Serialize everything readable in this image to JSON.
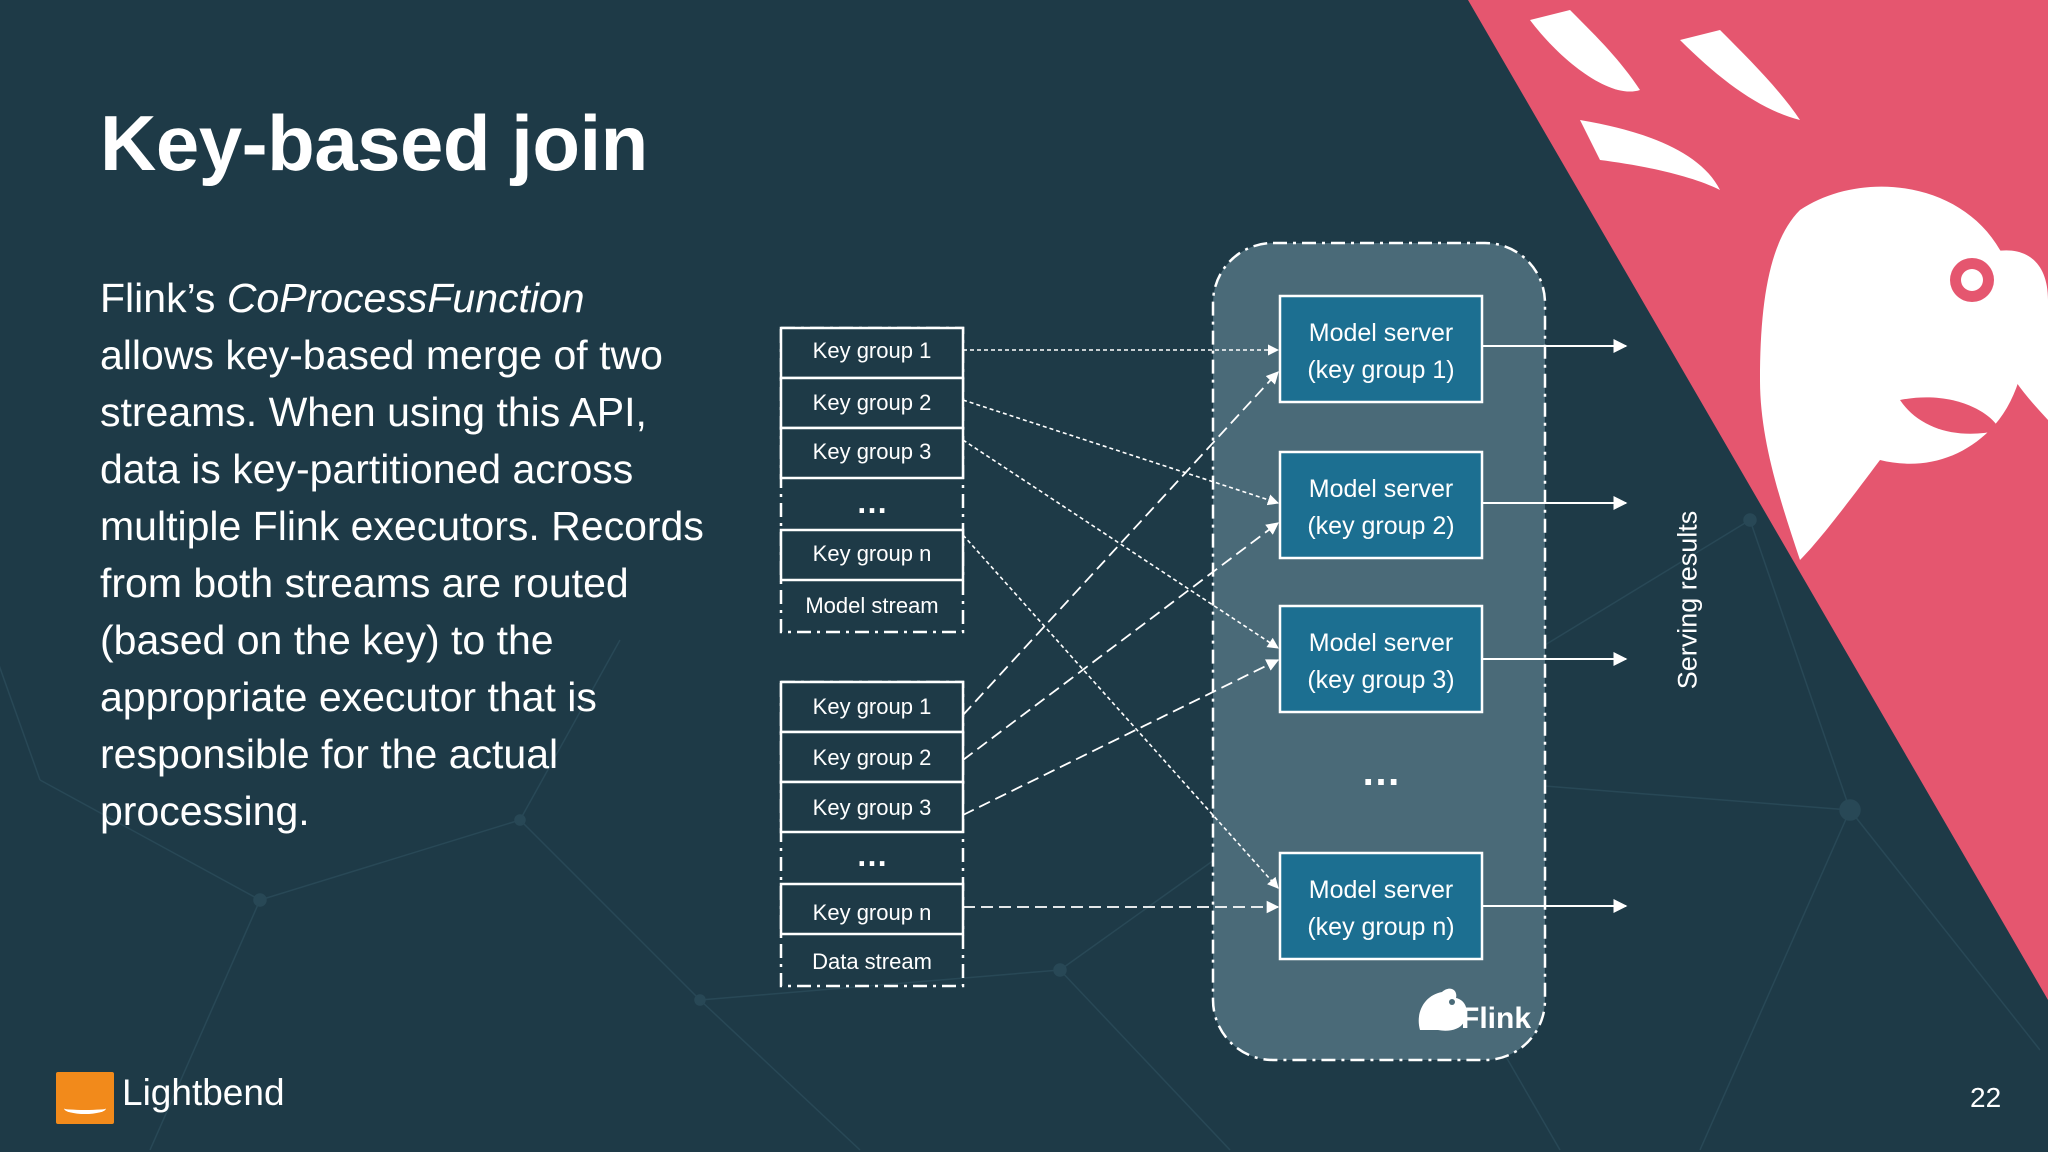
{
  "slide": {
    "title": "Key-based join",
    "page_number": "22"
  },
  "body": {
    "prefix": "Flink’s ",
    "emphasis": "CoProcessFunction",
    "rest": "allows key-based merge of two streams. When using this API, data is key-partitioned across multiple Flink executors. Records from both streams are routed (based on the key) to the appropriate executor that is responsible for the actual processing."
  },
  "logo": {
    "text": "Lightbend"
  },
  "model_stream": {
    "label": "Model stream",
    "groups": [
      "Key group 1",
      "Key group 2",
      "Key group 3",
      "Key group n"
    ],
    "ellipsis": "…"
  },
  "data_stream": {
    "label": "Data stream",
    "groups": [
      "Key group 1",
      "Key group 2",
      "Key group 3",
      "Key group n"
    ],
    "ellipsis": "…"
  },
  "servers": [
    {
      "line1": "Model server",
      "line2": "(key group 1)"
    },
    {
      "line1": "Model server",
      "line2": "(key group 2)"
    },
    {
      "line1": "Model server",
      "line2": "(key group 3)"
    },
    {
      "line1": "Model server",
      "line2": "(key group n)"
    }
  ],
  "servers_ellipsis": "…",
  "flink_label": "Flink",
  "serving_results": "Serving results",
  "colors": {
    "background": "#1e3a47",
    "flink_cluster": "#4a6a78",
    "server_fill": "#1c6f91",
    "brand_pink": "#e5566f",
    "lightbend_orange": "#f28a1b"
  }
}
